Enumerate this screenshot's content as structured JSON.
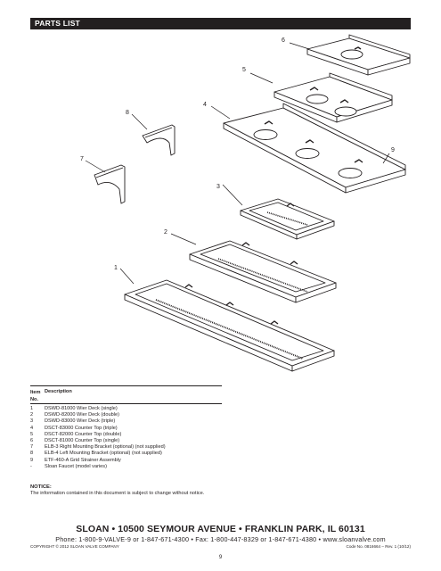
{
  "header": {
    "title": "PARTS LIST"
  },
  "diagram": {
    "callouts": [
      "1",
      "2",
      "3",
      "4",
      "5",
      "6",
      "7",
      "8",
      "9"
    ]
  },
  "parts_table": {
    "col_item": "Item",
    "col_item_2": "No.",
    "col_desc": "Description",
    "rows": [
      {
        "item": "1",
        "desc": "DSWD-81000 Wier Deck (single)"
      },
      {
        "item": "2",
        "desc": "DSWD-82000 Wier Deck (double)"
      },
      {
        "item": "3",
        "desc": "DSWD-83000 Wier Deck (triple)"
      },
      {
        "item": "4",
        "desc": "DSCT-83000 Counter Top (triple)"
      },
      {
        "item": "5",
        "desc": "DSCT-82000 Counter Top (double)"
      },
      {
        "item": "6",
        "desc": "DSCT-81000 Counter Top (single)"
      },
      {
        "item": "7",
        "desc": "ELB-3 Right Mounting Bracket (optional) (not supplied)"
      },
      {
        "item": "8",
        "desc": "ELB-4 Left Mounting Bracket (optional) (not supplied)"
      },
      {
        "item": "9",
        "desc": "ETF-460-A Grid Strainer Assembly"
      },
      {
        "item": "-",
        "desc": "Sloan Faucet (model varies)"
      }
    ]
  },
  "notice": {
    "title": "NOTICE:",
    "text": "The information contained in this document is subject to change without notice."
  },
  "footer": {
    "address": "SLOAN • 10500 SEYMOUR AVENUE • FRANKLIN PARK, IL 60131",
    "phone": "Phone: 1-800-9-VALVE-9 or 1-847-671-4300 • Fax: 1-800-447-8329 or 1-847-671-4380 • www.sloanvalve.com",
    "copyright": "COPYRIGHT © 2012 SLOAN VALVE COMPANY",
    "code": "Code No. 0816664 – Rev. 1 (10/12)",
    "page": "9"
  }
}
